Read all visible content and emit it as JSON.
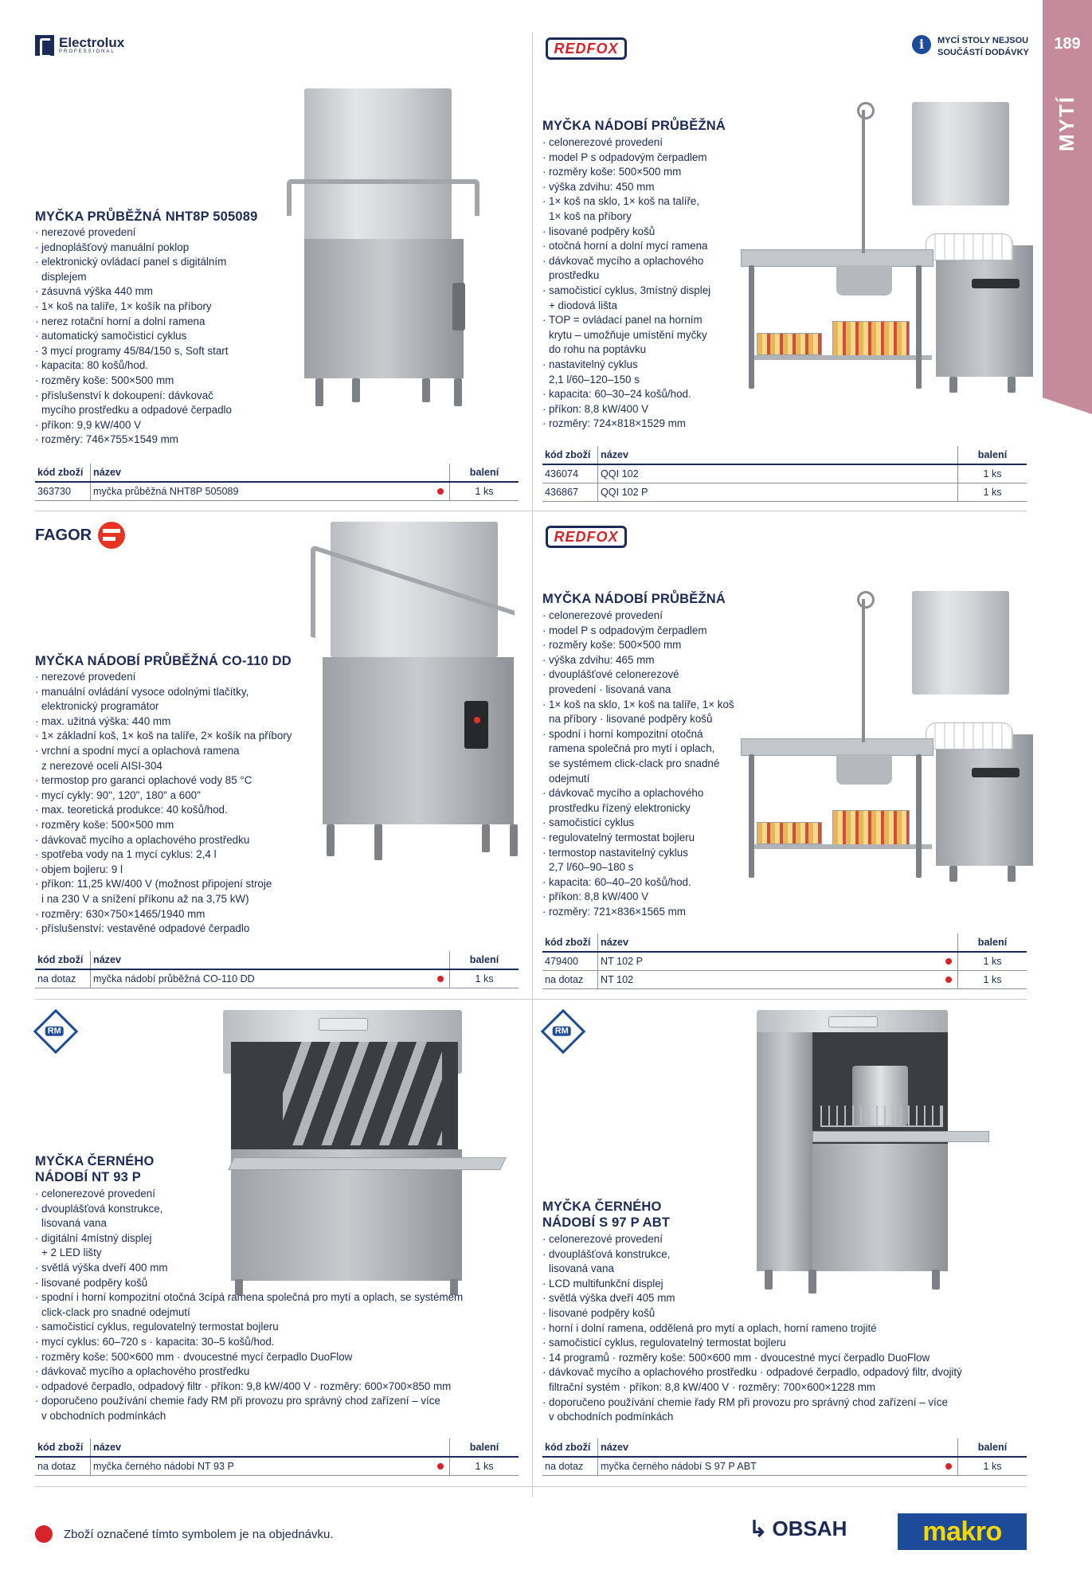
{
  "page": {
    "number": "189",
    "section_tab": "MYTÍ",
    "info_note": "MYCÍ STOLY NEJSOU\nSOUČÁSTÍ DODÁVKY"
  },
  "brands": {
    "electrolux": "Electrolux",
    "electrolux_sub": "PROFESSIONAL",
    "redfox": "REDFOX",
    "fagor": "FAGOR",
    "rm": "RM"
  },
  "table_headers": {
    "code": "kód zboží",
    "name": "název",
    "pack": "balení"
  },
  "products": [
    {
      "title": "MYČKA PRŮBĚŽNÁ NHT8P 505089",
      "specs": [
        "nerezové provedení",
        "jednoplášťový manuální poklop",
        "elektronický ovládací panel s digitálním\ndisplejem",
        "zásuvná výška 440 mm",
        "1× koš na talíře, 1× košík na příbory",
        "nerez rotační horní a dolní ramena",
        "automatický samočisticí cyklus",
        "3 mycí programy 45/84/150 s, Soft start",
        "kapacita: 80 košů/hod.",
        "rozměry koše: 500×500 mm",
        "příslušenství k dokoupení: dávkovač\nmycího prostředku a odpadové čerpadlo",
        "příkon: 9,9 kW/400 V",
        "rozměry: 746×755×1549 mm"
      ],
      "rows": [
        {
          "code": "363730",
          "name": "myčka průběžná NHT8P 505089",
          "order": true,
          "pack": "1 ks"
        }
      ]
    },
    {
      "title": "MYČKA NÁDOBÍ PRŮBĚŽNÁ",
      "specs": [
        "celonerezové provedení",
        "model P s odpadovým čerpadlem",
        "rozměry koše: 500×500 mm",
        "výška zdvihu: 450 mm",
        "1× koš na sklo, 1× koš na talíře,\n1× koš na příbory",
        "lisované podpěry košů",
        "otočná horní a dolní mycí ramena",
        "dávkovač mycího a oplachového\nprostředku",
        "samočisticí cyklus, 3místný displej\n+ diodová lišta",
        "TOP = ovládací panel na horním\nkrytu – umožňuje umístění myčky\ndo rohu na poptávku",
        "nastavitelný cyklus\n2,1 l/60–120–150 s",
        "kapacita: 60–30–24 košů/hod.",
        "příkon: 8,8 kW/400 V",
        "rozměry: 724×818×1529 mm"
      ],
      "rows": [
        {
          "code": "436074",
          "name": "QQI 102",
          "order": false,
          "pack": "1 ks"
        },
        {
          "code": "436867",
          "name": "QQI 102 P",
          "order": false,
          "pack": "1 ks"
        }
      ]
    },
    {
      "title": "MYČKA NÁDOBÍ PRŮBĚŽNÁ CO-110 DD",
      "specs": [
        "nerezové provedení",
        "manuální ovládání vysoce odolnými tlačítky,\nelektronický programátor",
        "max. užitná výška: 440 mm",
        "1× základní koš, 1× koš na talíře, 2× košík na příbory",
        "vrchní a spodní mycí a oplachová ramena\nz nerezové oceli AISI-304",
        "termostop pro garanci oplachové vody 85 °C",
        "mycí cykly: 90\", 120\", 180\" a 600\"",
        "max. teoretická produkce: 40 košů/hod.",
        "rozměry koše: 500×500 mm",
        "dávkovač mycího a oplachového prostředku",
        "spotřeba vody na 1 mycí cyklus: 2,4 l",
        "objem bojleru: 9 l",
        "příkon: 11,25 kW/400 V (možnost připojení stroje\ni na 230 V a snížení příkonu až na 3,75 kW)",
        "rozměry: 630×750×1465/1940 mm",
        "příslušenství: vestavěné odpadové čerpadlo"
      ],
      "rows": [
        {
          "code": "na dotaz",
          "name": "myčka nádobí průběžná CO-110 DD",
          "order": true,
          "pack": "1 ks"
        }
      ]
    },
    {
      "title": "MYČKA NÁDOBÍ PRŮBĚŽNÁ",
      "specs": [
        "celonerezové provedení",
        "model P s odpadovým čerpadlem",
        "rozměry koše: 500×500 mm",
        "výška zdvihu: 465 mm",
        "dvouplášťové celonerezové\nprovedení · lisovaná vana",
        "1× koš na sklo, 1× koš na talíře, 1× koš\nna příbory · lisované podpěry košů",
        "spodní i horní kompozitní otočná\nramena společná pro mytí i oplach,\nse systémem click-clack pro snadné\nodejmutí",
        "dávkovač mycího a oplachového\nprostředku řízený elektronicky",
        "samočisticí cyklus",
        "regulovatelný termostat bojleru",
        "termostop nastavitelný cyklus\n2,7 l/60–90–180 s",
        "kapacita: 60–40–20 košů/hod.",
        "příkon: 8,8 kW/400 V",
        "rozměry: 721×836×1565 mm"
      ],
      "rows": [
        {
          "code": "479400",
          "name": "NT 102 P",
          "order": true,
          "pack": "1 ks"
        },
        {
          "code": "na dotaz",
          "name": "NT 102",
          "order": true,
          "pack": "1 ks"
        }
      ]
    },
    {
      "title": "MYČKA ČERNÉHO\nNÁDOBÍ NT 93 P",
      "specs": [
        "celonerezové provedení",
        "dvouplášťová konstrukce,\nlisovaná vana",
        "digitální 4místný displej\n+ 2 LED lišty",
        "světlá výška dveří 400 mm",
        "lisované podpěry košů",
        "spodní i horní kompozitní otočná 3cípá ramena společná pro mytí a oplach, se systémem\nclick-clack pro snadné odejmutí",
        "samočisticí cyklus, regulovatelný termostat bojleru",
        "mycí cyklus: 60–720 s · kapacita: 30–5 košů/hod.",
        "rozměry koše: 500×600 mm · dvoucestné mycí čerpadlo DuoFlow",
        "dávkovač mycího a oplachového prostředku",
        "odpadové čerpadlo, odpadový filtr · příkon: 9,8 kW/400 V · rozměry: 600×700×850 mm",
        "doporučeno používání chemie řady RM při provozu pro správný chod zařízení – více\nv obchodních podmínkách"
      ],
      "rows": [
        {
          "code": "na dotaz",
          "name": "myčka černého nádobí NT 93 P",
          "order": true,
          "pack": "1 ks"
        }
      ]
    },
    {
      "title": "MYČKA ČERNÉHO\nNÁDOBÍ S 97 P ABT",
      "specs": [
        "celonerezové provedení",
        "dvouplášťová konstrukce,\nlisovaná vana",
        "LCD multifunkční displej",
        "světlá výška dveří 405 mm",
        "lisované podpěry košů",
        "horní i dolní ramena, oddělená pro mytí a oplach, horní rameno trojité",
        "samočisticí cyklus, regulovatelný termostat bojleru",
        "14 programů · rozměry koše: 500×600 mm · dvoucestné mycí čerpadlo DuoFlow",
        "dávkovač mycího a oplachového prostředku · odpadové čerpadlo, odpadový filtr, dvojitý\nfiltrační systém · příkon: 8,8 kW/400 V · rozměry: 700×600×1228 mm",
        "doporučeno používání chemie řady RM při provozu pro správný chod zařízení – více\nv obchodních podmínkách"
      ],
      "rows": [
        {
          "code": "na dotaz",
          "name": "myčka černého nádobí S 97 P ABT",
          "order": true,
          "pack": "1 ks"
        }
      ]
    }
  ],
  "footer": {
    "note": "Zboží označené tímto symbolem je na objednávku.",
    "obsah": "OBSAH",
    "makro": "makro"
  },
  "colors": {
    "navy": "#1b2a57",
    "tab": "#c58a9c",
    "order_dot": "#d8232a",
    "makro_blue": "#1e4a9a",
    "makro_yellow": "#f6d600"
  }
}
